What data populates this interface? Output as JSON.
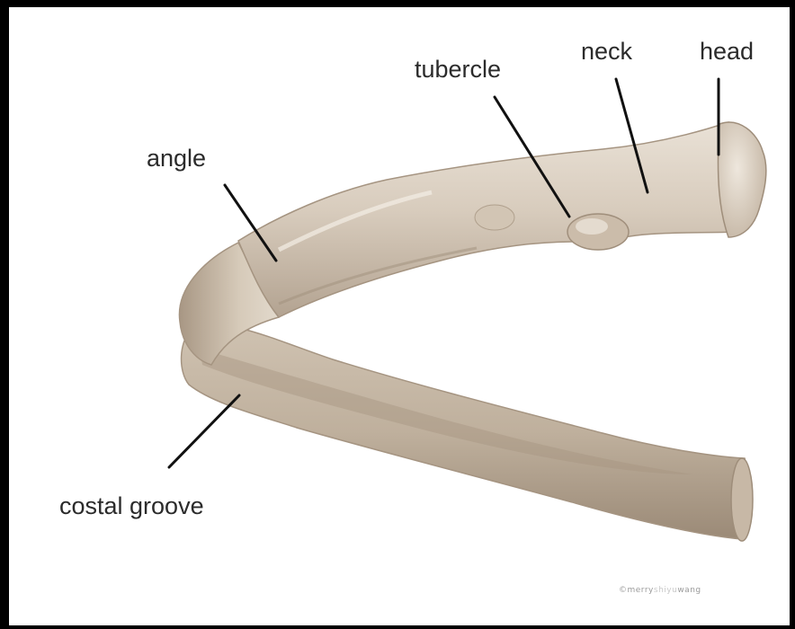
{
  "figure": {
    "labels": {
      "head": "head",
      "neck": "neck",
      "tubercle": "tubercle",
      "angle": "angle",
      "costal_groove": "costal groove"
    },
    "credit": {
      "prefix": "©merry",
      "middle": "shiyu",
      "suffix": "wang"
    },
    "colors": {
      "background": "#ffffff",
      "frame": "#000000",
      "bone_light": "#e6ddd1",
      "bone_mid": "#cdbfae",
      "bone_dark": "#9b8b78",
      "leader_line": "#111111"
    }
  }
}
